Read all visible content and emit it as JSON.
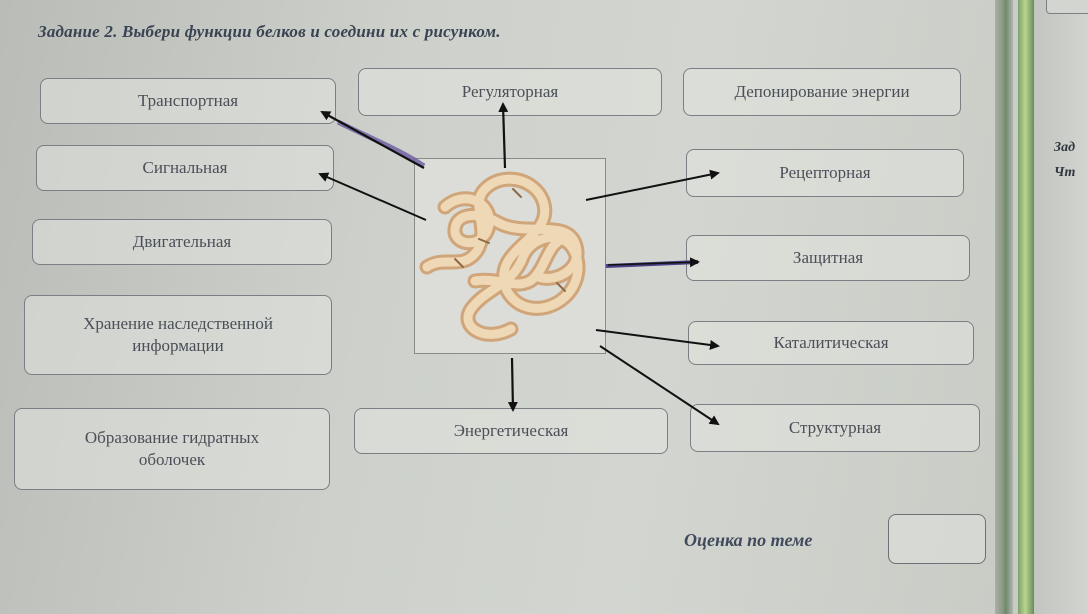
{
  "task": {
    "title": "Задание 2. Выбери функции белков и соедини их с рисунком."
  },
  "functions_left": [
    {
      "label": "Транспортная"
    },
    {
      "label": "Сигнальная"
    },
    {
      "label": "Двигательная"
    },
    {
      "label": "Хранение наследственной информации"
    },
    {
      "label": "Образование гидратных оболочек"
    }
  ],
  "functions_top": [
    {
      "label": "Регуляторная"
    },
    {
      "label": "Депонирование энергии"
    }
  ],
  "functions_right": [
    {
      "label": "Рецепторная"
    },
    {
      "label": "Защитная"
    },
    {
      "label": "Каталитическая"
    },
    {
      "label": "Структурная"
    }
  ],
  "functions_bottom": [
    {
      "label": "Энергетическая"
    }
  ],
  "grade": {
    "label": "Оценка по теме",
    "value": ""
  },
  "side_page": {
    "line1": "Зад",
    "line2": "Чт"
  },
  "colors": {
    "ink": "#4a4f58",
    "title": "#3a4352",
    "pen_black": "#111111",
    "pen_purple": "#6b5aa3",
    "protein": "#e7c29a"
  }
}
